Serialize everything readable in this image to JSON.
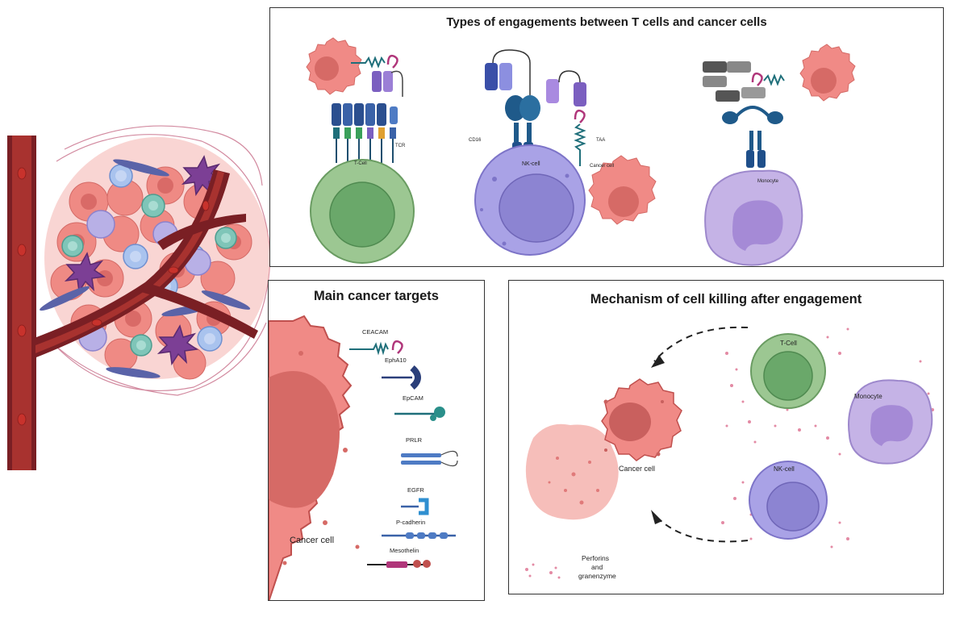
{
  "panels": {
    "engagement": {
      "title": "Types of engagements between T cells and cancer cells",
      "labels": {
        "tcr": "TCR",
        "tcell": "T-Cell",
        "cd16": "CD16",
        "nkcell": "NK-cell",
        "taa": "TAA",
        "cancer_cell": "Cancer cell",
        "monocyte": "Monocyte"
      }
    },
    "targets": {
      "title": "Main cancer targets",
      "cancer_cell": "Cancer cell",
      "receptors": [
        "CEACAM",
        "EphA10",
        "EpCAM",
        "PRLR",
        "EGFR",
        "P-cadherin",
        "Mesothelin"
      ]
    },
    "killing": {
      "title": "Mechanism of cell killing after engagement",
      "tcell": "T-Cell",
      "monocyte": "Monocyte",
      "nkcell": "NK-cell",
      "cancer_cell": "Cancer cell",
      "perforins": [
        "Perforins",
        "and",
        "granenzyme"
      ]
    }
  },
  "colors": {
    "vessel": "#7a1f24",
    "cancer": "#f08a86",
    "tcell": "#8fbf86",
    "nkcell": "#a39ad6",
    "monocyte": "#c5b3e0",
    "purple_cell": "#8a4fa0",
    "receptor_blue": "#3a62a8",
    "receptor_purple": "#7b5fc0",
    "panel_border": "#333333"
  }
}
